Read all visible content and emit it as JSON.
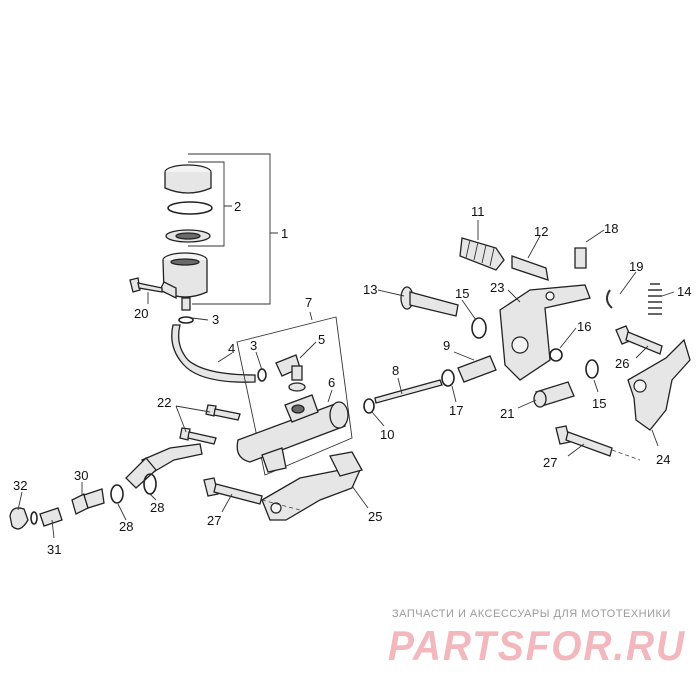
{
  "callouts": {
    "c1": "1",
    "c2": "2",
    "c3a": "3",
    "c3b": "3",
    "c4": "4",
    "c5": "5",
    "c6": "6",
    "c7": "7",
    "c8": "8",
    "c9": "9",
    "c10": "10",
    "c11": "11",
    "c12": "12",
    "c13": "13",
    "c14": "14",
    "c15a": "15",
    "c15b": "15",
    "c16": "16",
    "c17": "17",
    "c18": "18",
    "c19": "19",
    "c20": "20",
    "c21": "21",
    "c22": "22",
    "c23": "23",
    "c24": "24",
    "c25": "25",
    "c26": "26",
    "c27a": "27",
    "c27b": "27",
    "c28a": "28",
    "c28b": "28",
    "c30": "30",
    "c31": "31",
    "c32": "32"
  },
  "watermark": {
    "tagline": "ЗАПЧАСТИ И АКСЕССУАРЫ ДЛЯ МОТОТЕХНИКИ",
    "brand": "PARTSFOR.RU",
    "color": "#f2b8bd"
  }
}
